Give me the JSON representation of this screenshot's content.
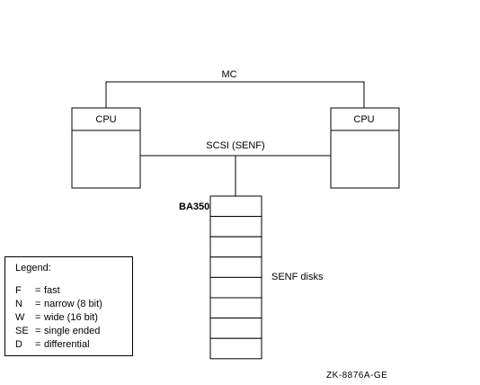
{
  "diagram": {
    "bus_mc_label": "MC",
    "cpu_left_label": "CPU",
    "cpu_right_label": "CPU",
    "bus_scsi_label": "SCSI (SENF)",
    "enclosure_label": "BA350",
    "disks_label": "SENF disks",
    "disk_count": 8
  },
  "legend": {
    "title": "Legend:",
    "items": [
      {
        "abbr": "F",
        "text": "fast"
      },
      {
        "abbr": "N",
        "text": "narrow (8 bit)"
      },
      {
        "abbr": "W",
        "text": "wide (16 bit)"
      },
      {
        "abbr": "SE",
        "text": "single ended"
      },
      {
        "abbr": "D",
        "text": "differential"
      }
    ]
  },
  "figure_id": "ZK-8876A-GE"
}
